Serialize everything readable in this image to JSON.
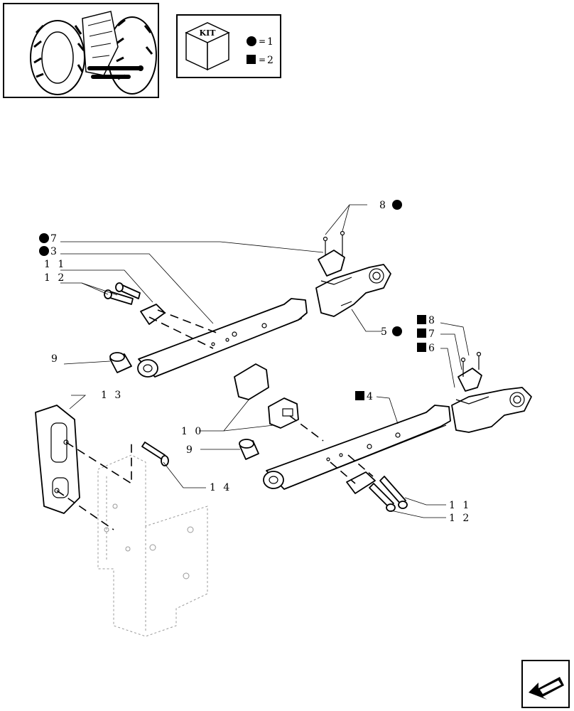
{
  "kit_legend": {
    "kit_label": "KIT",
    "circle_value": "1",
    "square_value": "2"
  },
  "callouts": {
    "c8_circle": "8",
    "c7_circle": "7",
    "c3_circle": "3",
    "c11_left": "1 1",
    "c12_left": "1 2",
    "c9_upper": "9",
    "c5_circle": "5",
    "c8_square": "8",
    "c7_square": "7",
    "c6_square": "6",
    "c4_square": "4",
    "c13": "1 3",
    "c10": "1 0",
    "c9_lower": "9",
    "c14": "1 4",
    "c11_right": "1 1",
    "c12_right": "1 2"
  }
}
